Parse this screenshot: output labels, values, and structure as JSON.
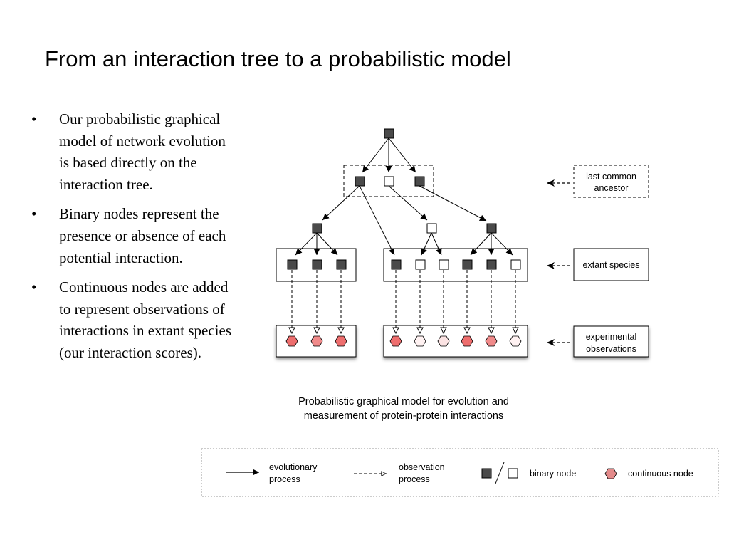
{
  "slide": {
    "title": "From an interaction tree to a probabilistic model",
    "bullets": [
      "Our probabilistic graphical model of network evolution is based directly on the interaction tree.",
      "Binary nodes represent the presence or absence of each potential interaction.",
      "Continuous nodes are added to represent observations of interactions in extant species (our interaction scores)."
    ],
    "bullet_symbol": "•"
  },
  "diagram": {
    "labels": {
      "lca_line1": "last common",
      "lca_line2": "ancestor",
      "extant": "extant species",
      "obs_line1": "experimental",
      "obs_line2": "observations"
    },
    "caption_line1": "Probabilistic graphical model for evolution and",
    "caption_line2": "measurement of protein-protein interactions",
    "colors": {
      "node_dark": "#4a4a4a",
      "node_light": "#ffffff",
      "hex_strong": "#ee6e6e",
      "hex_medium": "#f08a8a",
      "hex_pale": "#fbe3e3",
      "hex_faint": "#fff2f2"
    }
  },
  "legend": {
    "evolutionary_line1": "evolutionary",
    "evolutionary_line2": "process",
    "observation_line1": "observation",
    "observation_line2": "process",
    "separator": "/",
    "binary_node": "binary node",
    "continuous_node": "continuous node"
  }
}
